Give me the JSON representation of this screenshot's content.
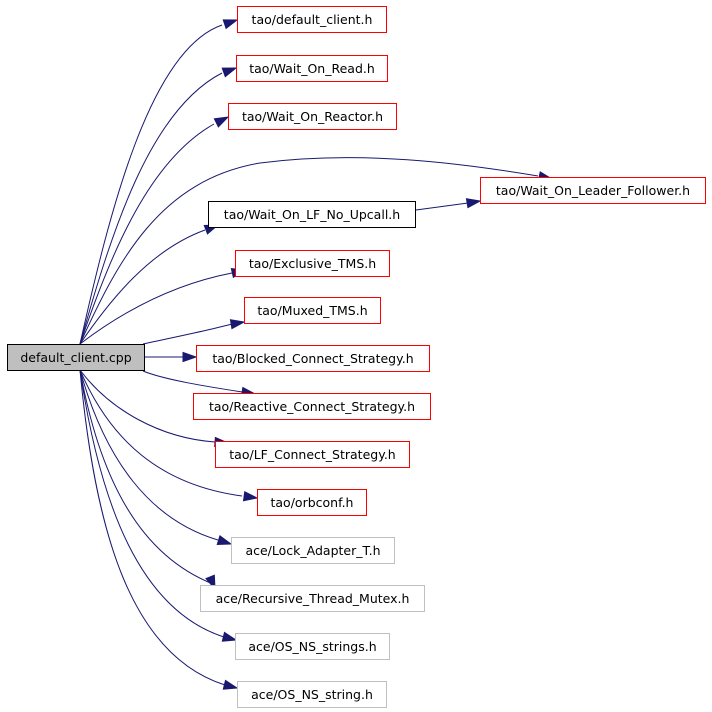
{
  "graph": {
    "edge_color": "#191970",
    "root": {
      "label": "default_client.cpp",
      "fill": "#bfbfbf"
    },
    "nodes": [
      {
        "id": "n1",
        "label": "tao/default_client.h",
        "border": "#ff0000"
      },
      {
        "id": "n2",
        "label": "tao/Wait_On_Read.h",
        "border": "#ff0000"
      },
      {
        "id": "n3",
        "label": "tao/Wait_On_Reactor.h",
        "border": "#ff0000"
      },
      {
        "id": "n4",
        "label": "tao/Wait_On_Leader_Follower.h",
        "border": "#ff0000"
      },
      {
        "id": "n5",
        "label": "tao/Wait_On_LF_No_Upcall.h",
        "border": "#000000"
      },
      {
        "id": "n6",
        "label": "tao/Exclusive_TMS.h",
        "border": "#ff0000"
      },
      {
        "id": "n7",
        "label": "tao/Muxed_TMS.h",
        "border": "#ff0000"
      },
      {
        "id": "n8",
        "label": "tao/Blocked_Connect_Strategy.h",
        "border": "#ff0000"
      },
      {
        "id": "n9",
        "label": "tao/Reactive_Connect_Strategy.h",
        "border": "#ff0000"
      },
      {
        "id": "n10",
        "label": "tao/LF_Connect_Strategy.h",
        "border": "#ff0000"
      },
      {
        "id": "n11",
        "label": "tao/orbconf.h",
        "border": "#ff0000"
      },
      {
        "id": "n12",
        "label": "ace/Lock_Adapter_T.h",
        "border": "#c0c0c0"
      },
      {
        "id": "n13",
        "label": "ace/Recursive_Thread_Mutex.h",
        "border": "#c0c0c0"
      },
      {
        "id": "n14",
        "label": "ace/OS_NS_strings.h",
        "border": "#c0c0c0"
      },
      {
        "id": "n15",
        "label": "ace/OS_NS_string.h",
        "border": "#c0c0c0"
      }
    ],
    "edges": [
      [
        "root",
        "n1"
      ],
      [
        "root",
        "n2"
      ],
      [
        "root",
        "n3"
      ],
      [
        "root",
        "n4"
      ],
      [
        "root",
        "n5"
      ],
      [
        "n5",
        "n4"
      ],
      [
        "root",
        "n6"
      ],
      [
        "root",
        "n7"
      ],
      [
        "root",
        "n8"
      ],
      [
        "root",
        "n9"
      ],
      [
        "root",
        "n10"
      ],
      [
        "root",
        "n11"
      ],
      [
        "root",
        "n12"
      ],
      [
        "root",
        "n13"
      ],
      [
        "root",
        "n14"
      ],
      [
        "root",
        "n15"
      ]
    ]
  }
}
